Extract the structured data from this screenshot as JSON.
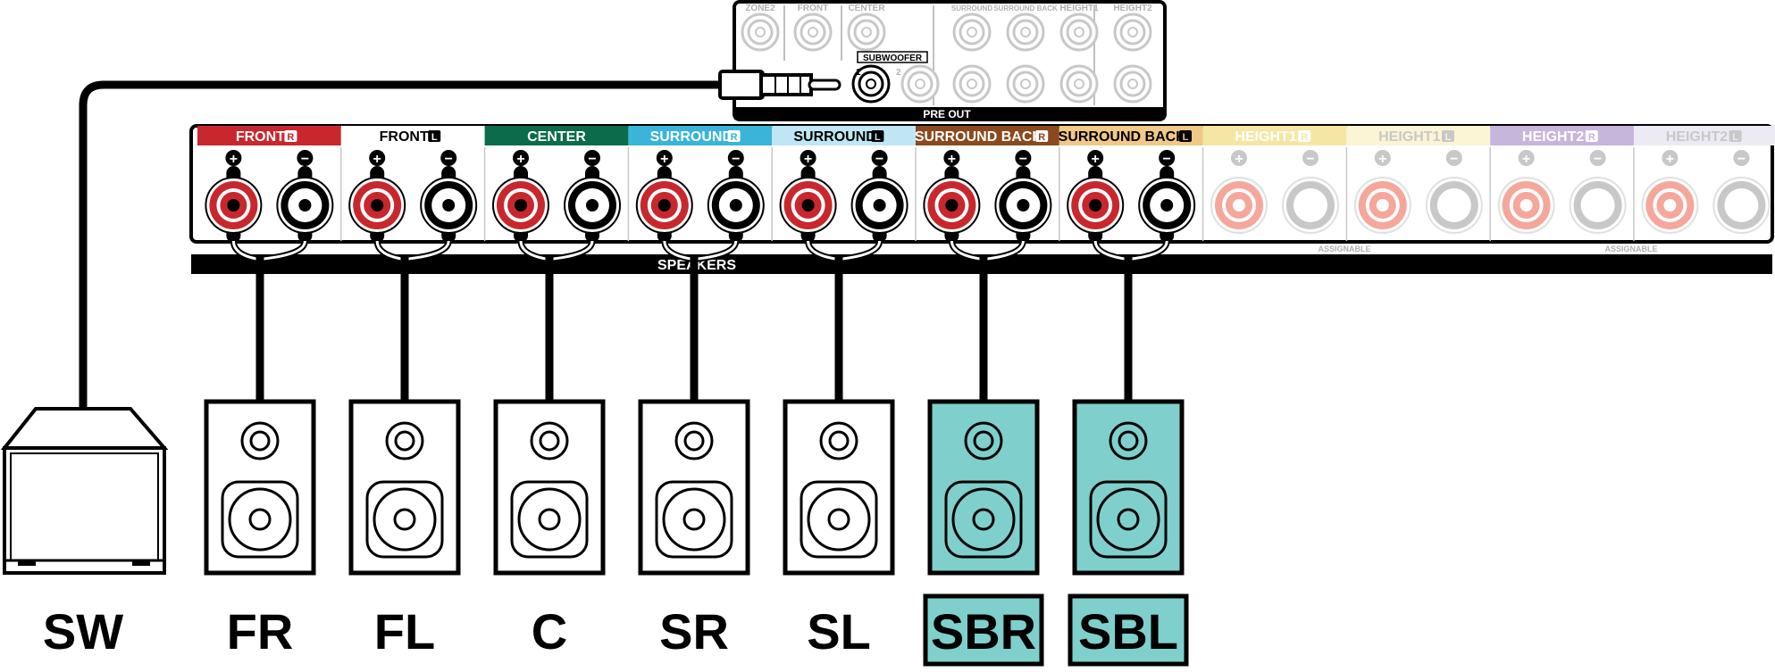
{
  "preout": {
    "title": "PRE OUT",
    "top_labels": [
      "ZONE2",
      "FRONT",
      "CENTER",
      "SURROUND",
      "SURROUND BACK",
      "HEIGHT1",
      "HEIGHT2"
    ],
    "subwoofer_label": "SUBWOOFER",
    "sub_port_1": "1",
    "sub_port_2": "2"
  },
  "speakers_panel": {
    "title": "SPEAKERS",
    "assignable": "ASSIGNABLE",
    "plus": "+",
    "minus": "−",
    "terminals": [
      {
        "label": "FRONT",
        "side": "R",
        "color": "#c8282d",
        "text_color": "#ffffff",
        "active": true
      },
      {
        "label": "FRONT",
        "side": "L",
        "color": "#ffffff",
        "text_color": "#000000",
        "active": true
      },
      {
        "label": "CENTER",
        "side": "",
        "color": "#0b6b4a",
        "text_color": "#ffffff",
        "active": true
      },
      {
        "label": "SURROUND",
        "side": "R",
        "color": "#3ab4d8",
        "text_color": "#ffffff",
        "active": true
      },
      {
        "label": "SURROUND",
        "side": "L",
        "color": "#bfe6f3",
        "text_color": "#000000",
        "active": true
      },
      {
        "label": "SURROUND BACK",
        "side": "R",
        "color": "#8a4a1e",
        "text_color": "#ffffff",
        "active": true
      },
      {
        "label": "SURROUND BACK",
        "side": "L",
        "color": "#f0c888",
        "text_color": "#000000",
        "active": true
      },
      {
        "label": "HEIGHT1",
        "side": "R",
        "color": "#f6e6a6",
        "text_color": "#ffffff",
        "active": false
      },
      {
        "label": "HEIGHT1",
        "side": "L",
        "color": "#fbf5d6",
        "text_color": "#c8c8c8",
        "active": false
      },
      {
        "label": "HEIGHT2",
        "side": "R",
        "color": "#c7b6dc",
        "text_color": "#ffffff",
        "active": false
      },
      {
        "label": "HEIGHT2",
        "side": "L",
        "color": "#ecebf4",
        "text_color": "#c8c8c8",
        "active": false
      }
    ]
  },
  "speakers": [
    {
      "code": "SW",
      "kind": "subwoofer",
      "highlight": false
    },
    {
      "code": "FR",
      "kind": "bookshelf",
      "highlight": false
    },
    {
      "code": "FL",
      "kind": "bookshelf",
      "highlight": false
    },
    {
      "code": "C",
      "kind": "bookshelf",
      "highlight": false
    },
    {
      "code": "SR",
      "kind": "bookshelf",
      "highlight": false
    },
    {
      "code": "SL",
      "kind": "bookshelf",
      "highlight": false
    },
    {
      "code": "SBR",
      "kind": "bookshelf",
      "highlight": true
    },
    {
      "code": "SBL",
      "kind": "bookshelf",
      "highlight": true
    }
  ],
  "colors": {
    "highlight": "#7fd0cc",
    "positive_terminal": "#c8282d",
    "cable": "#000000",
    "inactive_terminal": "#f4a79a",
    "inactive_gray": "#c8c8c8"
  }
}
